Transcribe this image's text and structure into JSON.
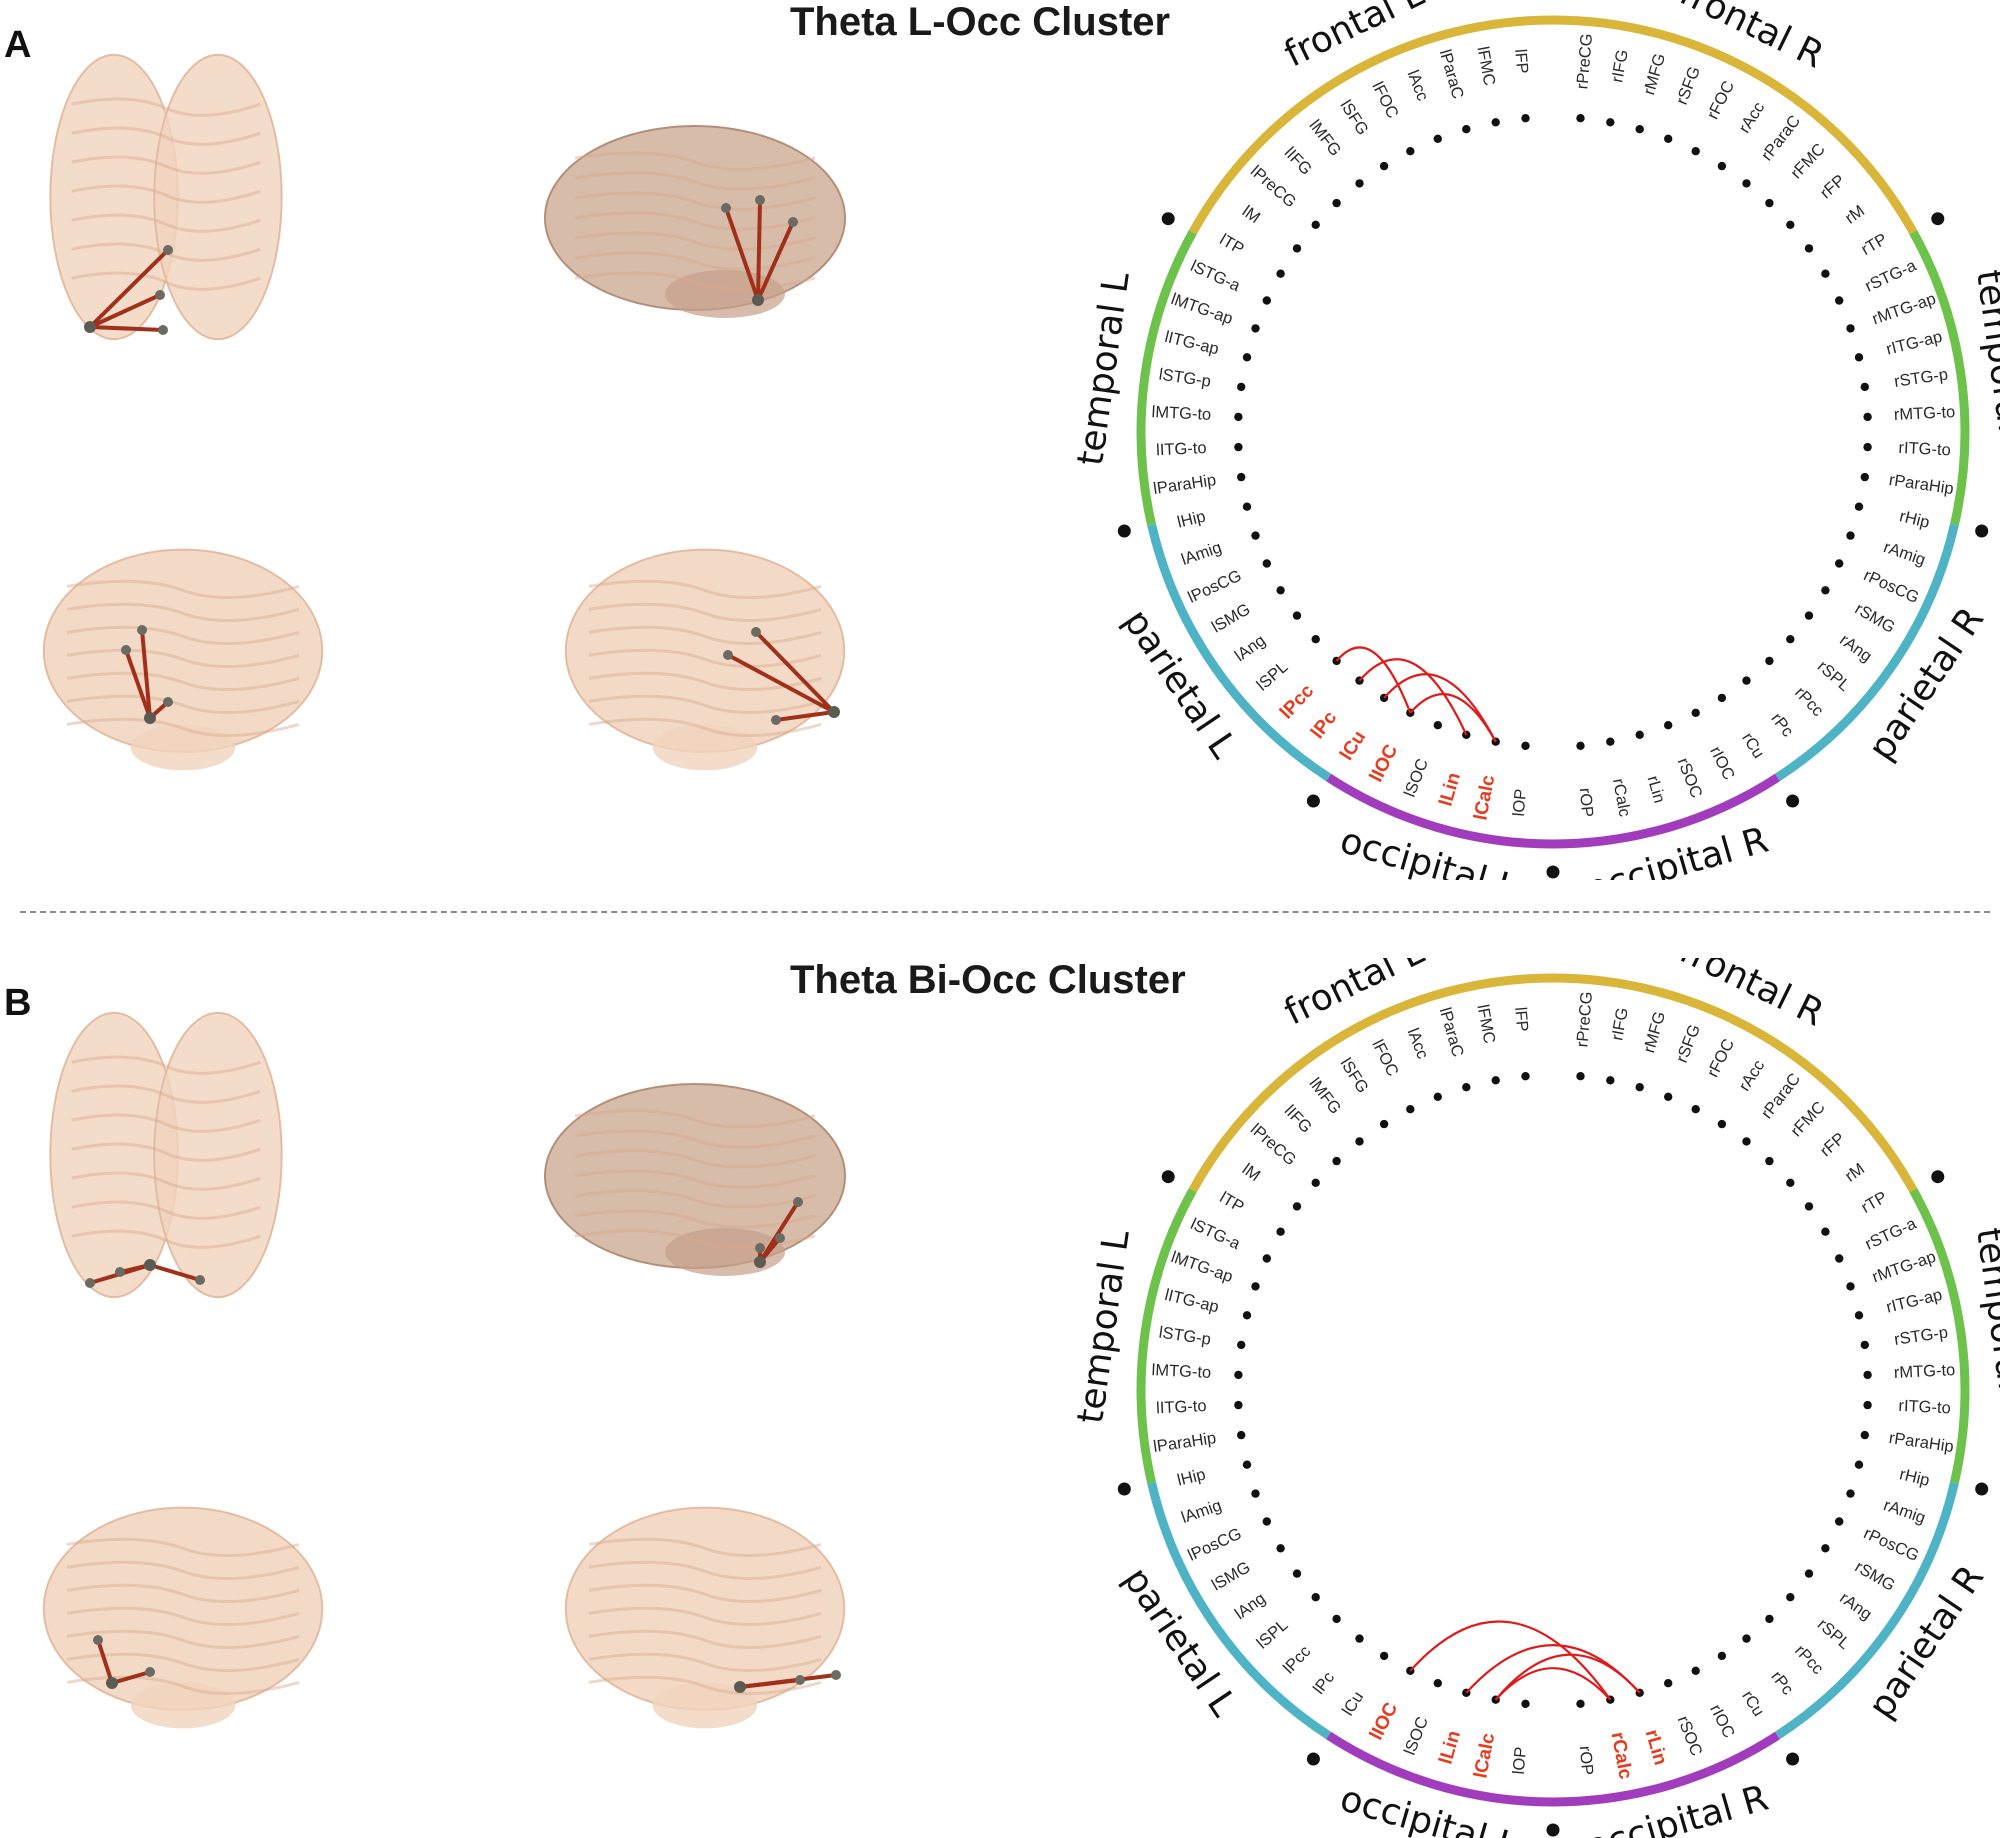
{
  "colors": {
    "frontal": "#d9b53a",
    "temporal": "#6cc24a",
    "parietal": "#4fb3c6",
    "occipital": "#a13dbd",
    "highlight": "#e83a1c",
    "connection": "#e0191b",
    "brain_tissue": "#f1d3bd",
    "electrode_line": "#a0301a"
  },
  "rois": {
    "frontal_L": [
      "lPreCG",
      "lIFG",
      "lMFG",
      "lSFG",
      "lFOC",
      "lAcc",
      "lParaC",
      "lFMC",
      "lFP"
    ],
    "frontal_R": [
      "rFP",
      "rFMC",
      "rParaC",
      "rAcc",
      "rFOC",
      "rSFG",
      "rMFG",
      "rIFG",
      "rPreCG"
    ],
    "temporal_L": [
      "lM",
      "lTP",
      "lSTG-a",
      "lMTG-ap",
      "lITG-ap",
      "lSTG-p",
      "lMTG-to",
      "lITG-to",
      "lParaHip"
    ],
    "temporal_R": [
      "rM",
      "rTP",
      "rSTG-a",
      "rMTG-ap",
      "rITG-ap",
      "rSTG-p",
      "rMTG-to",
      "rITG-to",
      "rParaHip"
    ],
    "parietal_L": [
      "lHip",
      "lAmig",
      "lPosCG",
      "lSMG",
      "lAng",
      "lSPL",
      "lPcc",
      "lPc",
      "lCu"
    ],
    "parietal_R": [
      "rHip",
      "rAmig",
      "rPosCG",
      "rSMG",
      "rAng",
      "rSPL",
      "rPcc",
      "rPc",
      "rCu"
    ],
    "occipital_L": [
      "lIOC",
      "lSOC",
      "lLin",
      "lCalc",
      "lOP"
    ],
    "occipital_R": [
      "rOP",
      "rCalc",
      "rLin",
      "rSOC",
      "rIOC"
    ]
  },
  "panels": [
    {
      "letter": "A",
      "title": "Theta L-Occ Cluster",
      "sector_labels": {
        "frontal_L": "frontal L",
        "frontal_R": "frontal R",
        "temporal_L": "temporal L",
        "temporal_R": "temporal R",
        "parietal_L": "parietal L",
        "parietal_R": "parietal R",
        "occipital_L": "occipital L",
        "occipital_R": "occipital R"
      },
      "highlighted_rois": [
        "lPcc",
        "lPc",
        "lCu",
        "lIOC",
        "lLin",
        "lCalc"
      ],
      "connections": [
        [
          "lPcc",
          "lIOC"
        ],
        [
          "lPc",
          "lLin"
        ],
        [
          "lCu",
          "lCalc"
        ],
        [
          "lIOC",
          "lCalc"
        ]
      ]
    },
    {
      "letter": "B",
      "title": "Theta Bi-Occ Cluster",
      "sector_labels": {
        "frontal_L": "frontal L",
        "frontal_R": "frontal R",
        "temporal_L": "temporal L",
        "temporal_R": "temporal R",
        "parietal_L": "parietal L",
        "parietal_R": "parietal R",
        "occipital_L": "occipital L",
        "occipital_R": "occipital R"
      },
      "highlighted_rois": [
        "lIOC",
        "lLin",
        "lCalc",
        "rCalc",
        "rLin"
      ],
      "connections": [
        [
          "lIOC",
          "rCalc"
        ],
        [
          "lLin",
          "rLin"
        ],
        [
          "lCalc",
          "rLin"
        ],
        [
          "lCalc",
          "rCalc"
        ]
      ]
    }
  ]
}
